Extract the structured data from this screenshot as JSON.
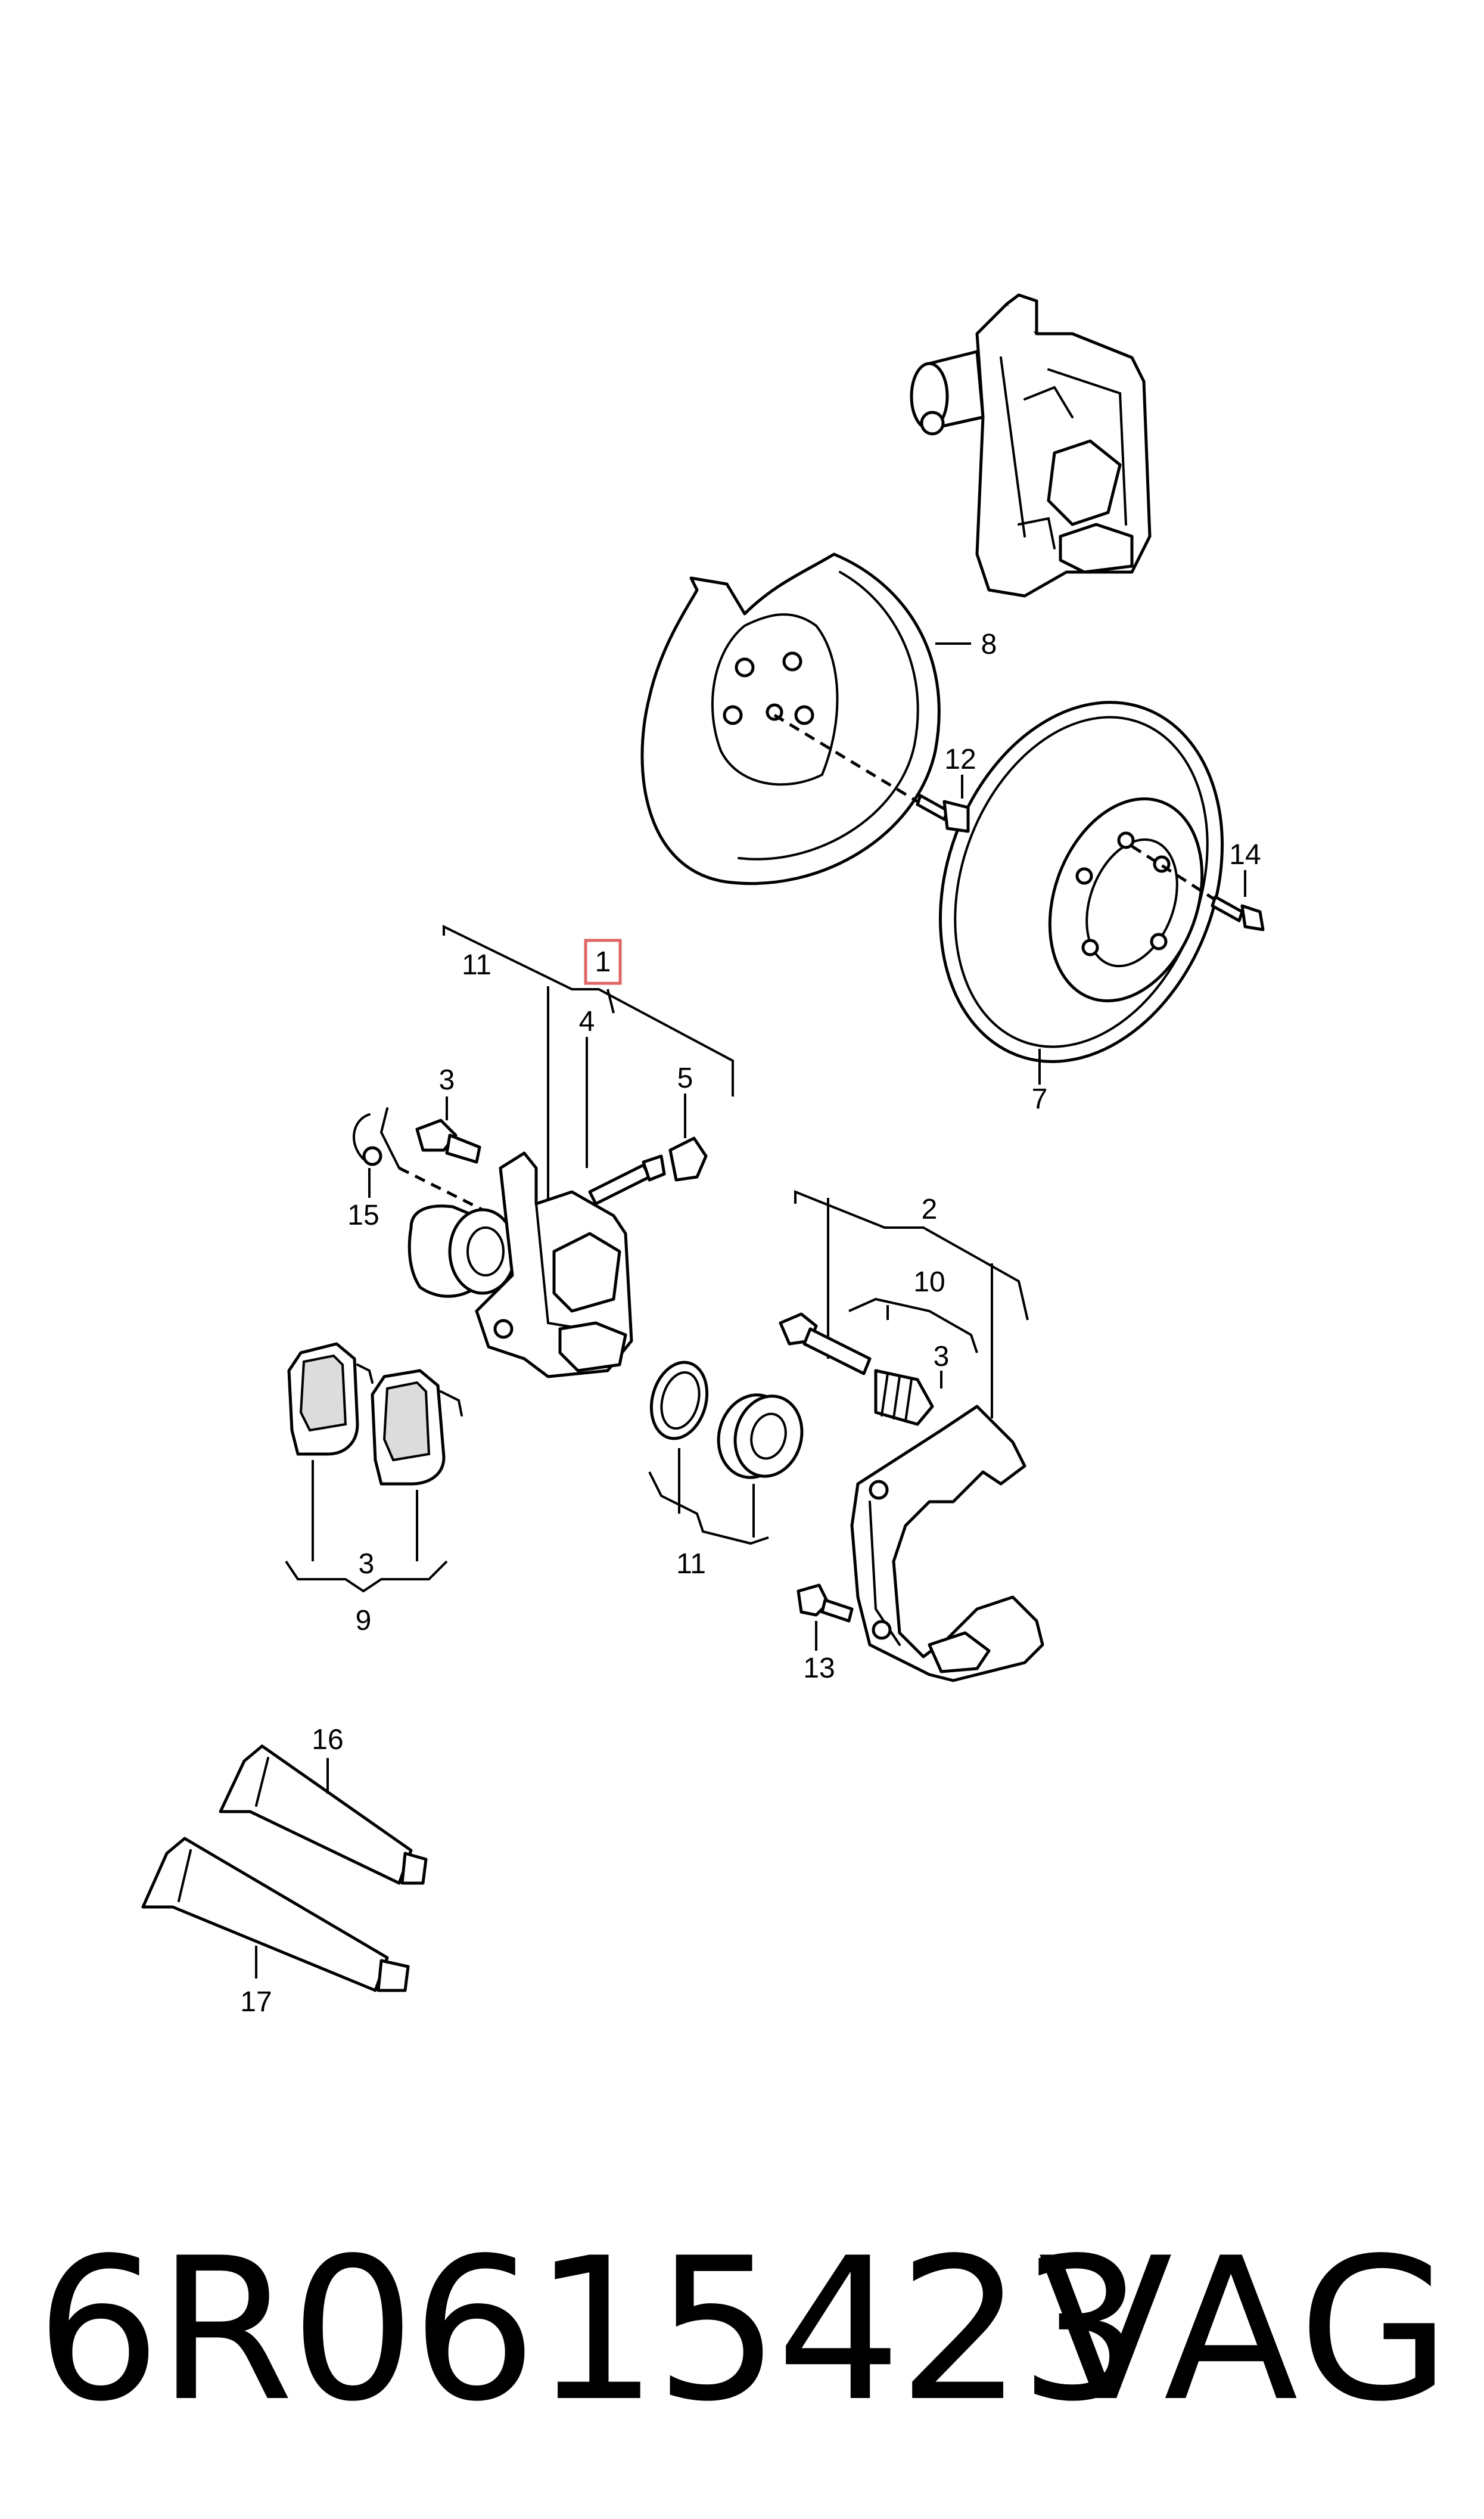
{
  "diagram": {
    "callouts": {
      "c1": "1",
      "c2": "2",
      "c3a": "3",
      "c3b": "3",
      "c3c": "3",
      "c4": "4",
      "c5": "5",
      "c7": "7",
      "c8": "8",
      "c9": "9",
      "c10": "10",
      "c11a": "11",
      "c11b": "11",
      "c12": "12",
      "c13": "13",
      "c14": "14",
      "c15": "15",
      "c16": "16",
      "c17": "17"
    },
    "highlighted_callout": "1",
    "highlight_color": "#e06666"
  },
  "footer": {
    "part_number": "6R0615423",
    "brand": "VAG"
  }
}
